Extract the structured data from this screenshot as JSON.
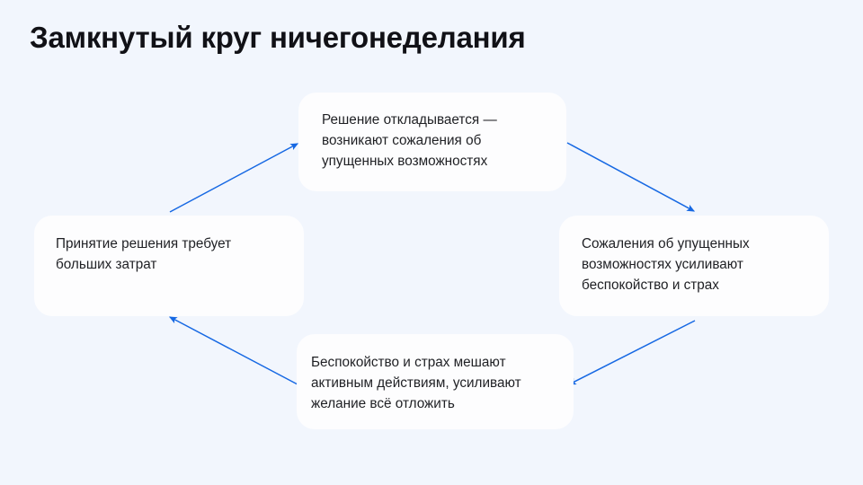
{
  "slide": {
    "title": "Замкнутый круг ничегонеделания",
    "background_color": "#f2f6fd",
    "title_color": "#111116",
    "node_color": "#fdfdfe",
    "text_color": "#1f2024",
    "arrow_color": "#1668e3"
  },
  "nodes": [
    {
      "id": "top",
      "text": "Решение откладывается —\nвозникают сожаления об\nупущенных возможностях"
    },
    {
      "id": "right",
      "text": "Сожаления об упущенных\nвозможностях усиливают\nбеспокойство и страх"
    },
    {
      "id": "bottom",
      "text": "Беспокойство и страх мешают\nактивным действиям, усиливают\nжелание всё отложить"
    },
    {
      "id": "left",
      "text": "Принятие решения требует\nбольших затрат"
    }
  ],
  "arrows": [
    {
      "id": "left-to-top",
      "from": "left",
      "to": "top"
    },
    {
      "id": "top-to-right",
      "from": "top",
      "to": "right"
    },
    {
      "id": "right-to-bottom",
      "from": "right",
      "to": "bottom"
    },
    {
      "id": "bottom-to-left",
      "from": "bottom",
      "to": "left"
    }
  ]
}
